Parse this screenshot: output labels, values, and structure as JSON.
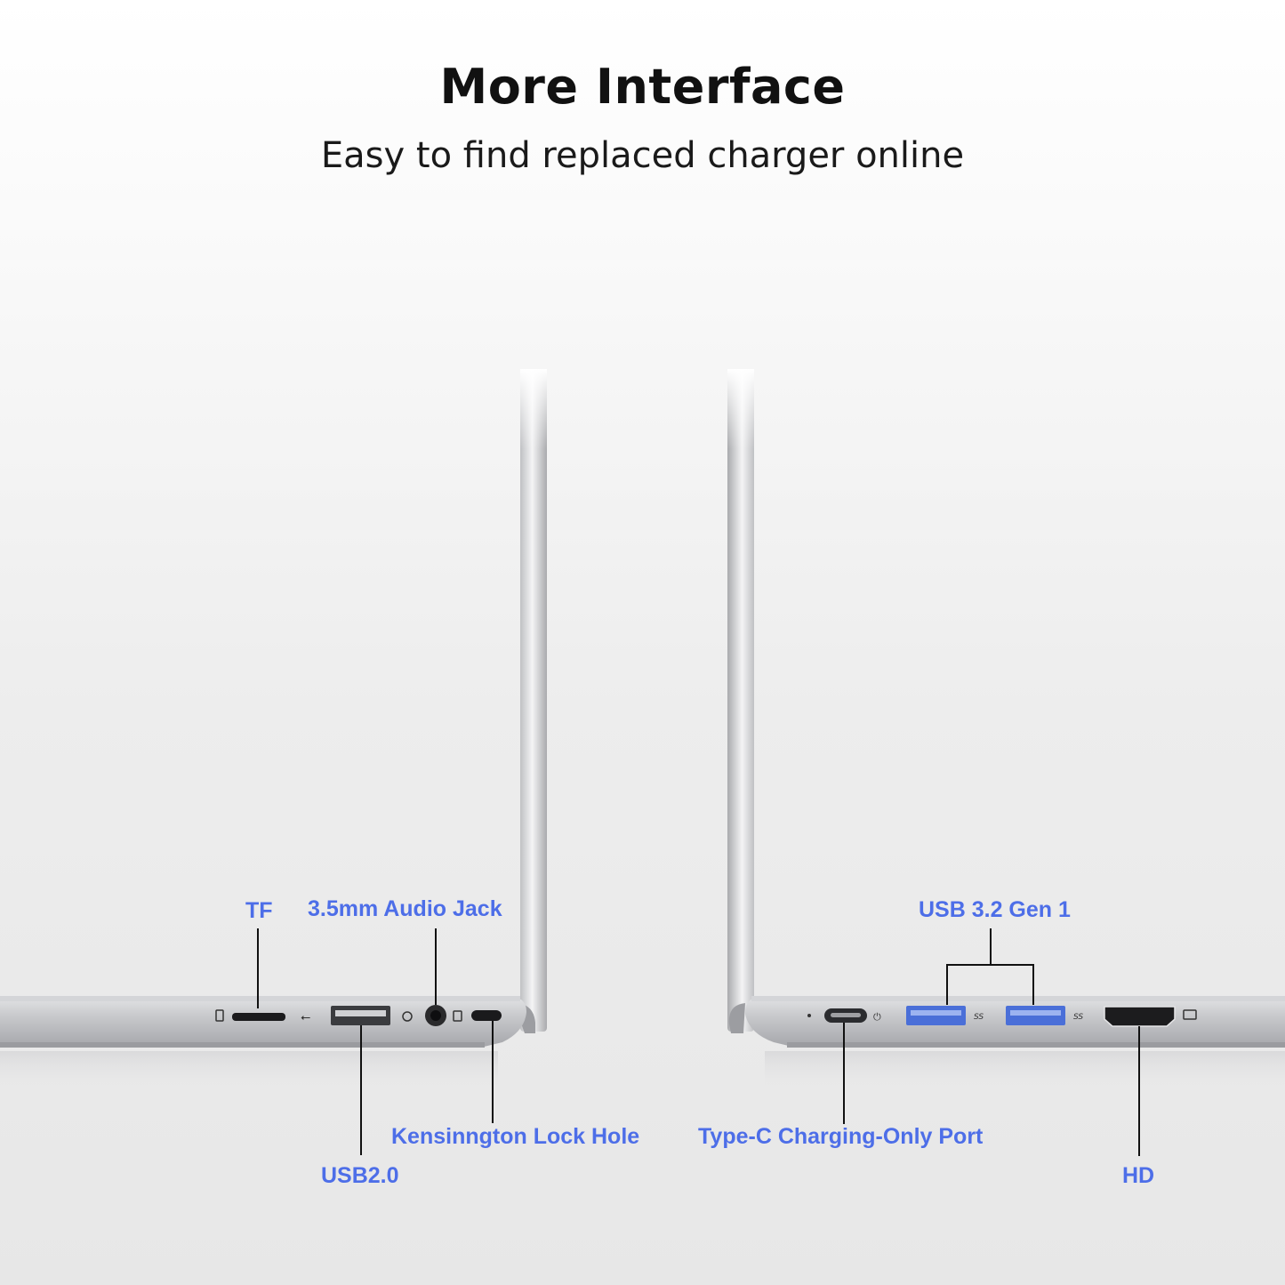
{
  "header": {
    "title": "More Interface",
    "subtitle": "Easy to find replaced charger online"
  },
  "left_side": {
    "labels": {
      "tf": "TF",
      "audio": "3.5mm Audio Jack",
      "usb2": "USB2.0",
      "lock": "Kensinngton Lock Hole"
    }
  },
  "right_side": {
    "labels": {
      "usb32": "USB 3.2 Gen 1",
      "typec": "Type-C Charging-Only Port",
      "hd": "HD"
    },
    "port_marks": [
      "SS",
      "SS"
    ]
  },
  "colors": {
    "label": "#4d6ee8",
    "leader": "#111111",
    "chassis": "#c4c5c8"
  }
}
